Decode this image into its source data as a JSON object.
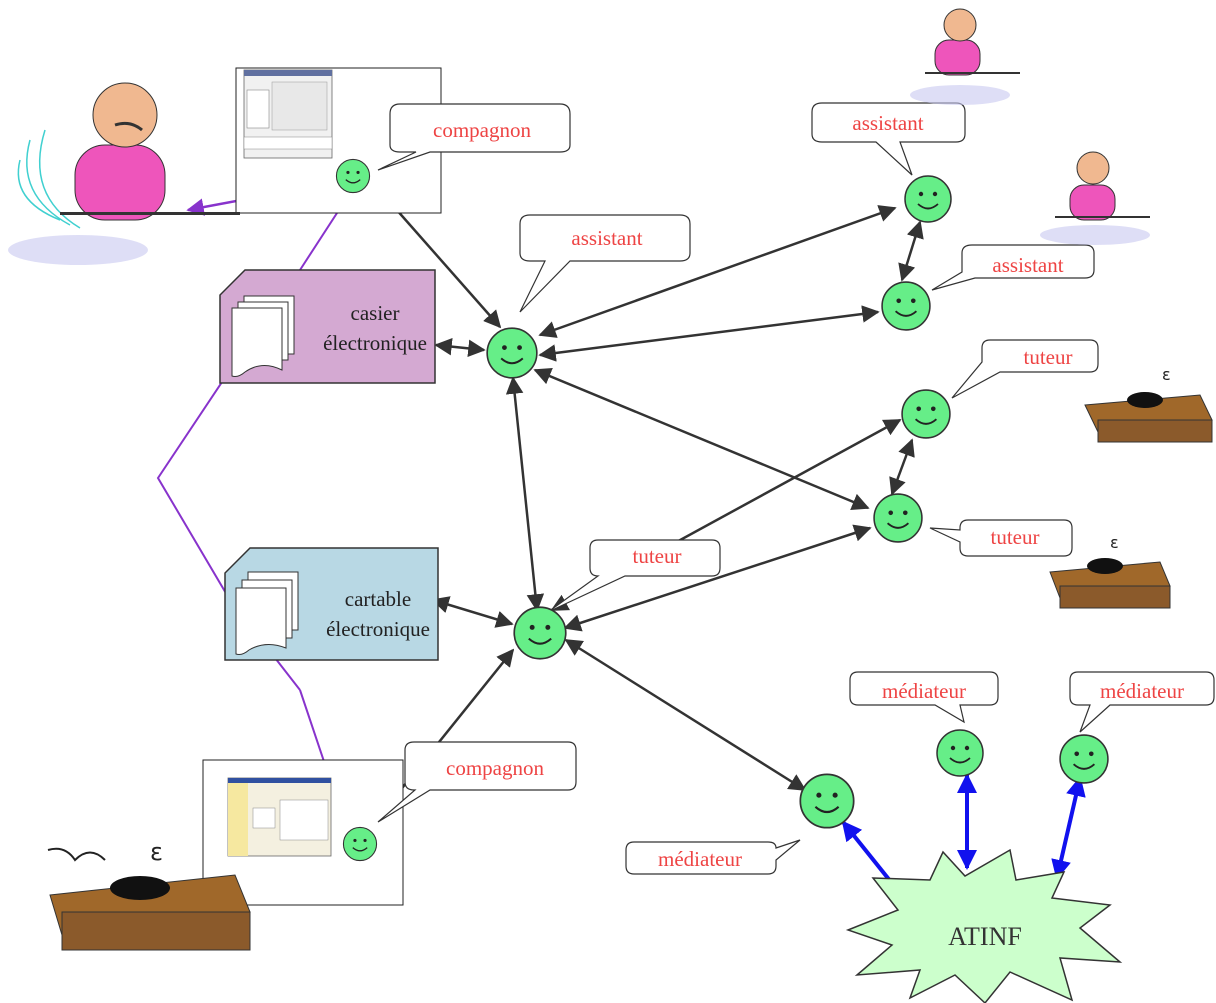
{
  "labels": {
    "compagnon_top": "compagnon",
    "compagnon_bottom": "compagnon",
    "assistant_center": "assistant",
    "assistant_top_right": "assistant",
    "assistant_right": "assistant",
    "tuteur_center": "tuteur",
    "tuteur_right_top": "tuteur",
    "tuteur_right_bottom": "tuteur",
    "mediateur_left": "médiateur",
    "mediateur_mid": "médiateur",
    "mediateur_right": "médiateur",
    "casier_line1": "casier",
    "casier_line2": "électronique",
    "cartable_line1": "cartable",
    "cartable_line2": "électronique",
    "atinf": "ATINF"
  },
  "colors": {
    "agent_face": "#66ee88",
    "bubble_text": "#ee4444",
    "casier_fill": "#d4a9d2",
    "cartable_fill": "#b8d8e4",
    "atinf_fill": "#ccffcc",
    "purple_link": "#8833cc",
    "blue_link": "#1111ee",
    "dark_link": "#333333",
    "desk": "#8b5a2b",
    "person_shirt": "#ee55bb"
  }
}
